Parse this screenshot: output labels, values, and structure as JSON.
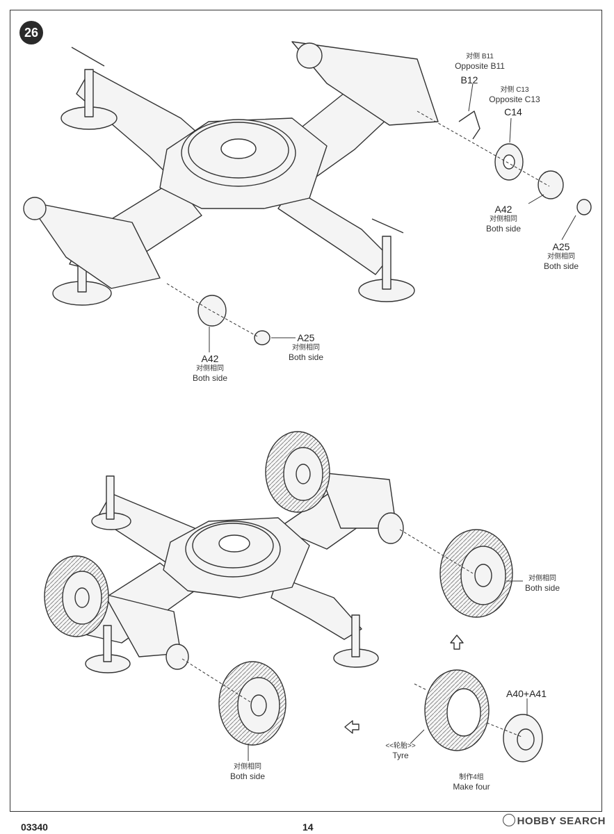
{
  "step": {
    "number": "26"
  },
  "top_assembly": {
    "labels": {
      "b11": {
        "cn": "对侧 B11",
        "en": "Opposite B11"
      },
      "b12": {
        "part": "B12"
      },
      "c13": {
        "cn": "对侧 C13",
        "en": "Opposite C13"
      },
      "c14": {
        "part": "C14"
      },
      "a42_right": {
        "part": "A42",
        "cn": "对侧相同",
        "en": "Both side"
      },
      "a25_right": {
        "part": "A25",
        "cn": "对侧相同",
        "en": "Both side"
      },
      "a42_left": {
        "part": "A42",
        "cn": "对侧相同",
        "en": "Both side"
      },
      "a25_left": {
        "part": "A25",
        "cn": "对侧相同",
        "en": "Both side"
      }
    }
  },
  "bottom_assembly": {
    "labels": {
      "both_side_right": {
        "cn": "对侧相同",
        "en": "Both side"
      },
      "both_side_bottom": {
        "cn": "对侧相同",
        "en": "Both side"
      },
      "a40_a41": {
        "part": "A40+A41"
      },
      "tyre": {
        "cn": "<<轮胎>>",
        "en": "Tyre"
      },
      "make_four": {
        "cn": "制作4组",
        "en": "Make four"
      }
    }
  },
  "footer": {
    "left_code": "03340",
    "page_number": "14"
  },
  "watermark": {
    "text": "HOBBY SEARCH"
  },
  "colors": {
    "line": "#333333",
    "fill": "#f4f4f4",
    "tread": "#555555"
  }
}
